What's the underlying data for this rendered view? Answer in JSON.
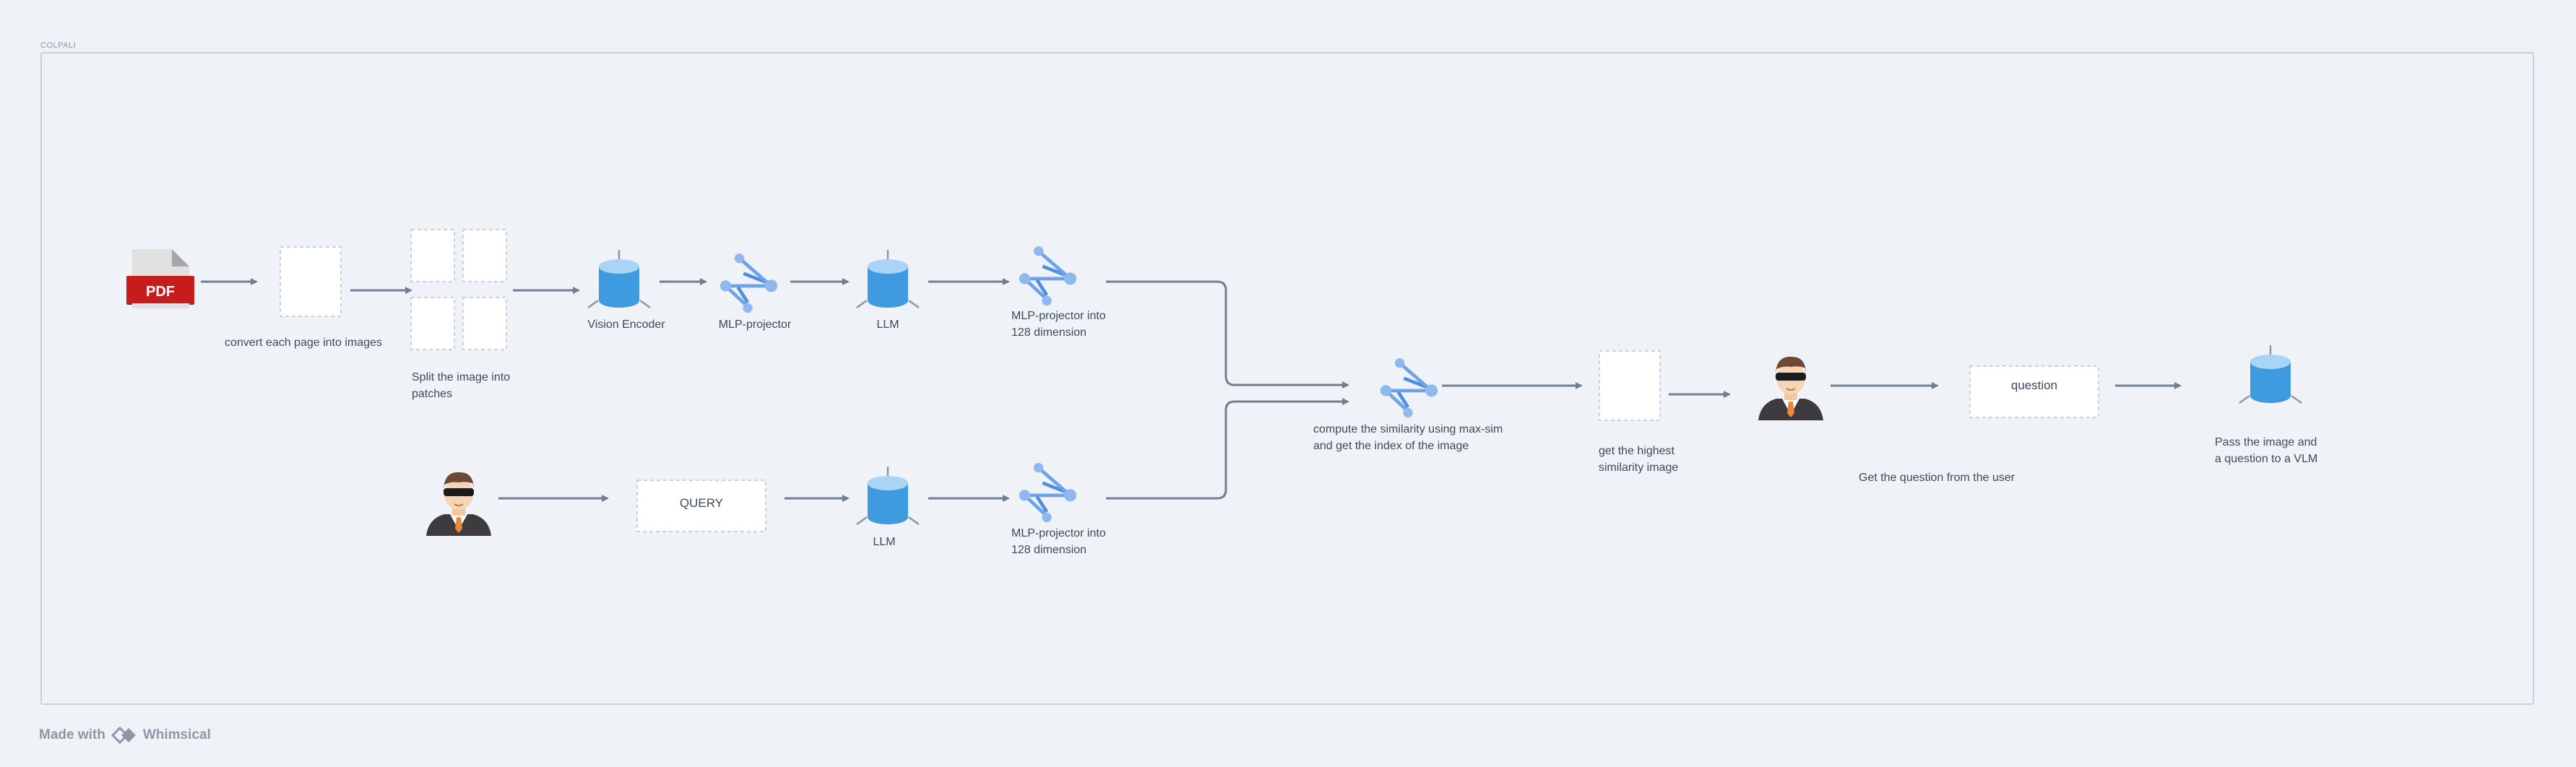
{
  "frame": {
    "title": "COLPALI"
  },
  "nodes": {
    "pdf_badge": "PDF",
    "convert_label": "convert each page into images",
    "split_label": "Split the image into\npatches",
    "vision_encoder_label": "Vision Encoder",
    "mlp_projector_label": "MLP-projector",
    "llm_top_label": "LLM",
    "mlp_128_top_label": "MLP-projector into\n128 dimension",
    "query_box": "QUERY",
    "llm_bottom_label": "LLM",
    "mlp_128_bottom_label": "MLP-projector into\n128 dimension",
    "similarity_label": "compute the similarity using max-sim\nand get the index of the image",
    "highest_label": "get the  highest\nsimilarity image",
    "question_box": "question",
    "question_label": "Get the question from the user",
    "vlm_label": "Pass the image and\na question to a VLM"
  },
  "footer": {
    "made_with": "Made with",
    "brand": "Whimsical"
  },
  "colors": {
    "background": "#eff3f7",
    "frame_border": "#c8d1db",
    "arrow": "#6f7f8f",
    "cylinder": "#3f9be0",
    "cylinder_top": "#a9d4f5",
    "projector": "#6fa3e8",
    "pdf_red": "#c61c1c"
  },
  "icons": [
    "pdf-file-icon",
    "database-cylinder-icon",
    "projector-network-icon",
    "user-avatar-icon",
    "whimsical-logo-icon"
  ]
}
